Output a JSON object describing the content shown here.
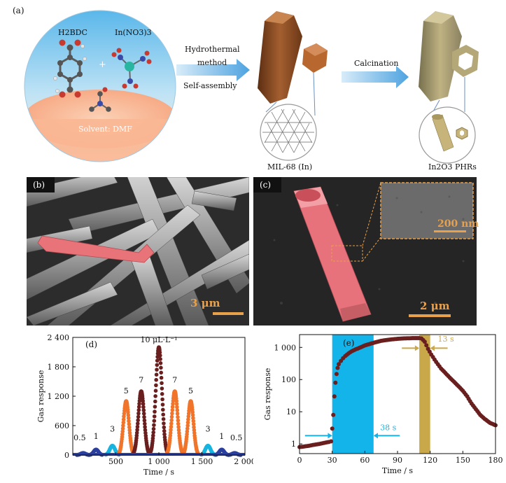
{
  "schematic": {
    "panel_label": "(a)",
    "linker": "H2BDC",
    "metal_salt": "In(NO3)3",
    "plus": "+",
    "solvent": "Solvent: DMF",
    "step1_line1": "Hydrothermal",
    "step1_line2": "method",
    "step1_line3": "Self-assembly",
    "intermediate": "MIL-68 (In)",
    "step2": "Calcination",
    "product": "In2O3 PHRs"
  },
  "sem_b": {
    "panel_label": "(b)",
    "scale": "3 μm"
  },
  "sem_c": {
    "panel_label": "(c)",
    "scale": "2 μm",
    "inset_scale": "200 nm"
  },
  "colors": {
    "sky": "#7cc8ee",
    "solvent": "#f8b087",
    "arrow": "#5fa9e0",
    "mil68": "#8a4a22",
    "in2o3": "#a89a6c",
    "sem_highlight": "#e8747a",
    "series_blue": "#2b3f9e",
    "series_cyan": "#18b4e0",
    "series_orange": "#f0742a",
    "series_dark": "#6a1f1f",
    "band_cyan": "#13b4ea",
    "band_gold": "#c9a84a"
  },
  "chart_data": [
    {
      "type": "line",
      "panel_label": "(d)",
      "xlabel": "Time / s",
      "ylabel": "Gas response",
      "xlim": [
        0,
        2000
      ],
      "ylim": [
        0,
        2400
      ],
      "xticks": [
        500,
        1000,
        1500,
        2000
      ],
      "xtick_labels": [
        "500",
        "1 000",
        "1 500",
        "2 000"
      ],
      "yticks": [
        0,
        600,
        1200,
        1800,
        2400
      ],
      "ytick_labels": [
        "0",
        "600",
        "1 200",
        "1 800",
        "2 400"
      ],
      "peak_annotations": [
        {
          "x": 80,
          "y": 300,
          "label": "0.5"
        },
        {
          "x": 270,
          "y": 330,
          "label": "1"
        },
        {
          "x": 460,
          "y": 480,
          "label": "3"
        },
        {
          "x": 620,
          "y": 1260,
          "label": "5"
        },
        {
          "x": 795,
          "y": 1480,
          "label": "7"
        },
        {
          "x": 1000,
          "y": 2300,
          "label": "10 μL·L⁻¹"
        },
        {
          "x": 1185,
          "y": 1480,
          "label": "7"
        },
        {
          "x": 1370,
          "y": 1260,
          "label": "5"
        },
        {
          "x": 1570,
          "y": 480,
          "label": "3"
        },
        {
          "x": 1730,
          "y": 330,
          "label": "1"
        },
        {
          "x": 1900,
          "y": 300,
          "label": "0.5"
        }
      ],
      "peaks": [
        {
          "center": 120,
          "height": 40,
          "width": 28,
          "color": "#2b3f9e"
        },
        {
          "center": 270,
          "height": 110,
          "width": 28,
          "color": "#2b3f9e"
        },
        {
          "center": 460,
          "height": 190,
          "width": 30,
          "color": "#18b4e0"
        },
        {
          "center": 620,
          "height": 1100,
          "width": 32,
          "color": "#f0742a"
        },
        {
          "center": 795,
          "height": 1300,
          "width": 34,
          "color": "#6a1f1f"
        },
        {
          "center": 1000,
          "height": 2200,
          "width": 36,
          "color": "#6a1f1f"
        },
        {
          "center": 1185,
          "height": 1300,
          "width": 34,
          "color": "#f0742a"
        },
        {
          "center": 1370,
          "height": 1100,
          "width": 32,
          "color": "#f0742a"
        },
        {
          "center": 1570,
          "height": 190,
          "width": 30,
          "color": "#18b4e0"
        },
        {
          "center": 1730,
          "height": 110,
          "width": 28,
          "color": "#2b3f9e"
        },
        {
          "center": 1880,
          "height": 40,
          "width": 28,
          "color": "#2b3f9e"
        }
      ]
    },
    {
      "type": "scatter",
      "panel_label": "(e)",
      "xlabel": "Time / s",
      "ylabel": "Gas response",
      "xlim": [
        0,
        180
      ],
      "ylim": [
        0.5,
        2500
      ],
      "yscale": "log",
      "xticks": [
        0,
        30,
        60,
        90,
        120,
        150,
        180
      ],
      "yticks": [
        1,
        10,
        100,
        1000
      ],
      "ytick_labels": [
        "1",
        "10",
        "100",
        "1 000"
      ],
      "response_time_label": "38 s",
      "recovery_time_label": "13 s",
      "bands": [
        {
          "x0": 30,
          "x1": 68,
          "color": "#13b4ea"
        },
        {
          "x0": 110,
          "x1": 120,
          "color": "#c9a84a"
        }
      ],
      "x": [
        0,
        3,
        6,
        9,
        12,
        15,
        18,
        21,
        24,
        27,
        29,
        30,
        31,
        32,
        33,
        34,
        35,
        36,
        38,
        40,
        42,
        45,
        48,
        52,
        56,
        60,
        65,
        70,
        75,
        80,
        85,
        90,
        95,
        100,
        105,
        110,
        112,
        115,
        118,
        121,
        124,
        127,
        130,
        134,
        138,
        142,
        146,
        150,
        154,
        158,
        162,
        166,
        170,
        175,
        180
      ],
      "y": [
        0.8,
        0.82,
        0.85,
        0.88,
        0.92,
        0.96,
        1.0,
        1.05,
        1.1,
        1.15,
        1.2,
        3,
        8,
        30,
        80,
        150,
        230,
        300,
        380,
        460,
        540,
        650,
        760,
        880,
        1000,
        1150,
        1300,
        1450,
        1600,
        1700,
        1780,
        1850,
        1900,
        1920,
        1950,
        1950,
        1900,
        1500,
        900,
        600,
        420,
        300,
        220,
        160,
        115,
        85,
        62,
        45,
        30,
        18,
        12,
        8,
        6,
        4.5,
        3.8
      ]
    }
  ]
}
